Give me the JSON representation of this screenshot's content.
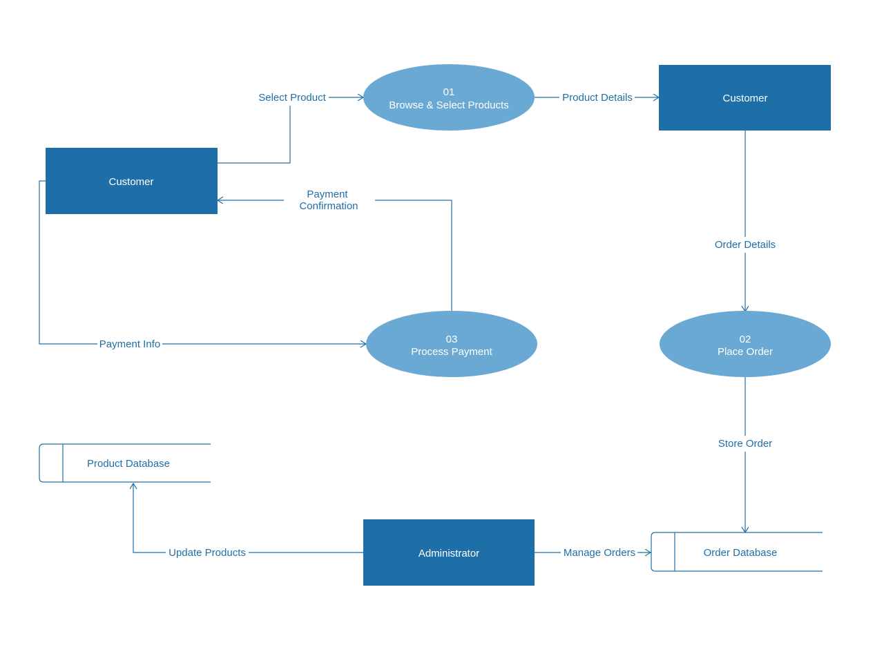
{
  "colors": {
    "entity_fill": "#1e6fa7",
    "process_fill": "#6aa9d3",
    "line": "#1e6fa7",
    "label_text": "#1e6fa7",
    "shape_text": "#ffffff"
  },
  "entities": {
    "customer_left": "Customer",
    "customer_right": "Customer",
    "administrator": "Administrator"
  },
  "processes": {
    "browse": {
      "number": "01",
      "name": "Browse & Select Products"
    },
    "place_order": {
      "number": "02",
      "name": "Place Order"
    },
    "payment": {
      "number": "03",
      "name": "Process Payment"
    }
  },
  "stores": {
    "product_db": "Product Database",
    "order_db": "Order Database"
  },
  "flows": {
    "select_product": "Select Product",
    "product_details": "Product Details",
    "payment_confirmation_line1": "Payment",
    "payment_confirmation_line2": "Confirmation",
    "order_details": "Order Details",
    "payment_info": "Payment Info",
    "store_order": "Store Order",
    "update_products": "Update Products",
    "manage_orders": "Manage Orders"
  }
}
